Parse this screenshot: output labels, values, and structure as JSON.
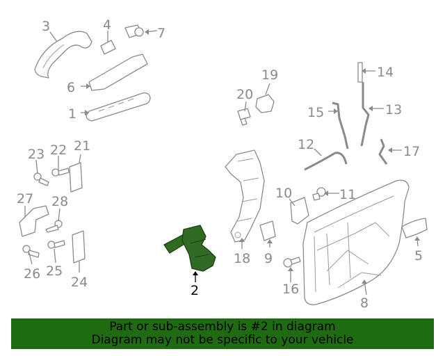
{
  "callouts": [
    "1",
    "2",
    "3",
    "4",
    "5",
    "6",
    "7",
    "8",
    "9",
    "10",
    "11",
    "12",
    "13",
    "14",
    "15",
    "16",
    "17",
    "18",
    "19",
    "20",
    "21",
    "22",
    "23",
    "24",
    "25",
    "26",
    "27",
    "28"
  ],
  "highlight_callout": "2",
  "colors": {
    "highlight": "#2f6b22",
    "banner": "#1f6b12",
    "line": "#8a8a8a"
  },
  "banner": {
    "line1": "Part or sub-assembly is #2 in diagram",
    "line2": "Diagram may not be specific to your vehicle"
  }
}
